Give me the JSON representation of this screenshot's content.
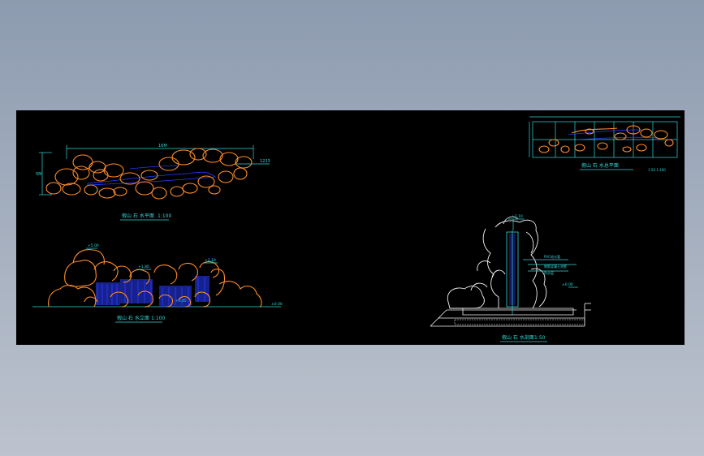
{
  "drawing": {
    "plan_title": "假山 石 水平面",
    "plan_scale": "1:100",
    "front_title": "假山 石 水立面",
    "front_scale": "1:100",
    "section_title": "假山 石 水剖面",
    "section_scale": "1:50",
    "index_title": "假山 石 水总平面",
    "index_note": "1:50 1:100",
    "plan_dim_top": "16M",
    "plan_dim_left": "5M",
    "plan_mark": "1223",
    "front_elev_top": "+5.00",
    "front_elev_mid1": "+1.80",
    "front_elev_mid2": "+2.10",
    "front_elev_low": "+0.45",
    "front_elev_ground": "±0.00",
    "section_elev_top": "+2.10",
    "section_note1": "PVC给水管",
    "section_note2": "钢筋混凝土池壁",
    "section_note3": "防水层",
    "section_elev_ground": "±0.00"
  },
  "colors": {
    "canvas": "#000000",
    "rock": "#ff8c2a",
    "dimension": "#35d7d7",
    "water": "#2a3cff",
    "section_line": "#f2f2f2"
  }
}
